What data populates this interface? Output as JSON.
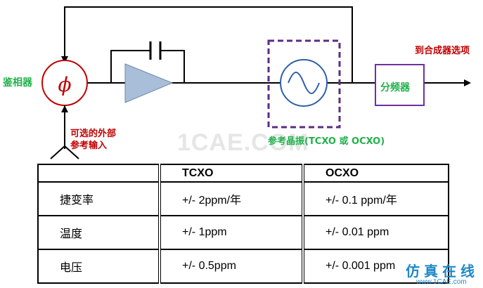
{
  "diagram": {
    "phase_detector_label": "鉴相器",
    "phase_symbol": "ϕ",
    "optional_input_label": [
      "可选的外部",
      "参考输入"
    ],
    "output_label": "到合成器选项",
    "divider_label": "分频器",
    "oscillator_label": "参考晶振(TCXO 或 OCXO)",
    "watermark": "1CAE.COM"
  },
  "table": {
    "headers": [
      "",
      "TCXO",
      "OCXO"
    ],
    "rows": [
      [
        "捷变率",
        "+/- 2ppm/年",
        "+/- 0.1 ppm/年"
      ],
      [
        "温度",
        "+/- 1ppm",
        "+/- 0.01 ppm"
      ],
      [
        "电压",
        "+/- 0.5ppm",
        "+/- 0.001 ppm"
      ]
    ]
  },
  "brand": {
    "name": "仿真在线",
    "site": "www.1CAE.com"
  },
  "colors": {
    "green_label": "#22b14c",
    "red_label": "#c00000",
    "circle_stroke": "#c00000",
    "dashed_box": "#5b2c83",
    "divider_box": "#7030a0",
    "oscillator_circle": "#2e5fa8",
    "amplifier_fill": "#a9bfd9",
    "brand": "#1e88c8"
  }
}
